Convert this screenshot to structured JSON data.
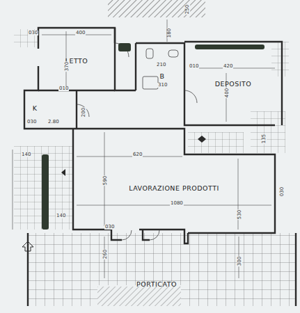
{
  "diagram": {
    "nodes": [
      {
        "text": [
          "LETTO"
        ]
      },
      {
        "text": [
          "K"
        ]
      },
      {
        "text": [
          "B"
        ]
      },
      {
        "text": [
          "DEPOSITO"
        ]
      },
      {
        "text": [
          "LAVORAZIONE PRODOTTI"
        ]
      },
      {
        "text": [
          "PORTICATO"
        ]
      }
    ],
    "labels": [
      "250",
      "030",
      "400",
      "180",
      "370",
      "010",
      "210",
      "310",
      "010",
      "420",
      "400",
      "200",
      "030",
      "2.80",
      "135",
      "140",
      "620",
      "590",
      "1080",
      "030",
      "140",
      "530",
      "030",
      "260",
      "300"
    ]
  }
}
